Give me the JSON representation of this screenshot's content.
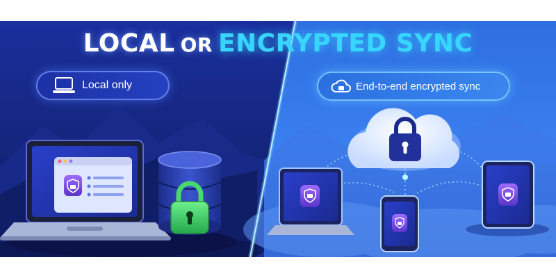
{
  "title": {
    "word1": "LOCAL",
    "word2": "OR",
    "word3": "ENCRYPTED SYNC"
  },
  "left_option": {
    "label": "Local only",
    "icon": "laptop-icon"
  },
  "right_option": {
    "label": "End-to-end encrypted sync",
    "icon": "cloud-icon"
  },
  "colors": {
    "left_background": "#122a8a",
    "right_background": "#2a63d6",
    "accent_cyan": "#38d6ff",
    "lock_green": "#3ecf6a",
    "shield_purple": "#7a4fe6"
  }
}
